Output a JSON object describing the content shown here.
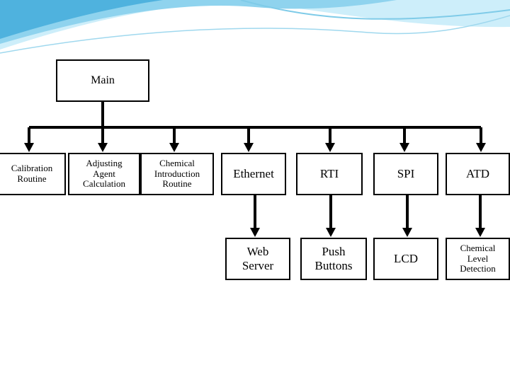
{
  "diagram": {
    "root": "Main",
    "children": [
      {
        "id": "calibration",
        "label": "Calibration\nRoutine"
      },
      {
        "id": "adjusting",
        "label": "Adjusting\nAgent\nCalculation"
      },
      {
        "id": "chemical-intro",
        "label": "Chemical\nIntroduction\nRoutine"
      },
      {
        "id": "ethernet",
        "label": "Ethernet"
      },
      {
        "id": "rti",
        "label": "RTI"
      },
      {
        "id": "spi",
        "label": "SPI"
      },
      {
        "id": "atd",
        "label": "ATD"
      }
    ],
    "grandchildren": [
      {
        "id": "web-server",
        "parent": "ethernet",
        "label": "Web\nServer"
      },
      {
        "id": "push-buttons",
        "parent": "rti",
        "label": "Push\nButtons"
      },
      {
        "id": "lcd",
        "parent": "spi",
        "label": "LCD"
      },
      {
        "id": "chemical-level",
        "parent": "atd",
        "label": "Chemical\nLevel\nDetection"
      }
    ]
  },
  "colors": {
    "line": "#000000",
    "wave_light": "#cdeefa",
    "wave_mid": "#8fd3ee",
    "wave_dark": "#3aa7d8"
  }
}
